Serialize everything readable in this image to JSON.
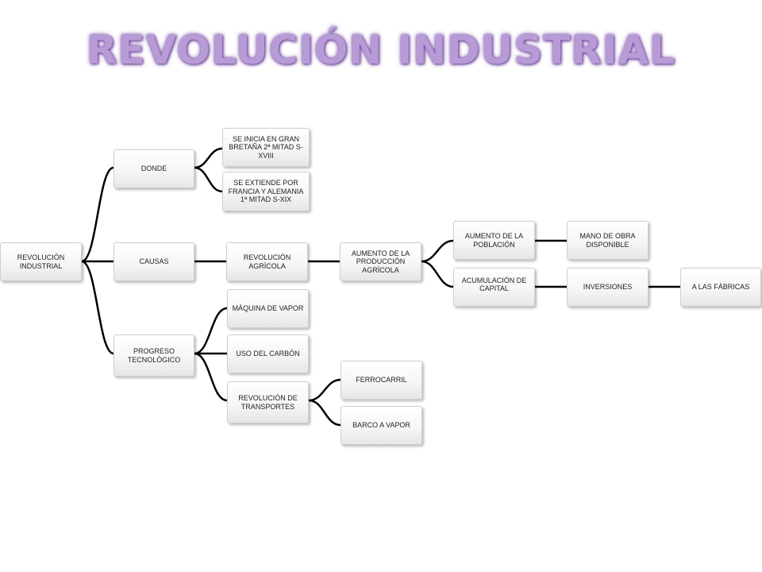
{
  "title": "REVOLUCIÓN INDUSTRIAL",
  "nodes": {
    "root": "REVOLUCIÓN INDUSTRIAL",
    "donde": "DONDE",
    "causas": "CAUSAS",
    "progreso": "PROGRESO TECNOLÓGICO",
    "gran_bretana": "SE INICIA EN GRAN BRETAÑA 2ª MITAD S-XVIII",
    "francia": "SE EXTIENDE POR FRANCIA Y ALEMANIA 1ª MITAD S-XIX",
    "rev_agricola": "REVOLUCIÓN AGRÍCOLA",
    "aumento_produccion": "AUMENTO DE LA PRODUCCIÓN AGRÍCOLA",
    "aumento_poblacion": "AUMENTO DE LA POBLACIÓN",
    "acumulacion_capital": "ACUMULACIÓN DE CAPITAL",
    "mano_obra": "MANO DE OBRA DISPONIBLE",
    "inversiones": "INVERSIONES",
    "fabricas": "A LAS FÁBRICAS",
    "maquina_vapor": "MÁQUINA DE VAPOR",
    "carbon": "USO DEL CARBÓN",
    "transportes": "REVOLUCIÓN DE TRANSPORTES",
    "ferrocarril": "FERROCARRIL",
    "barco_vapor": "BARCO A VAPOR"
  },
  "colors": {
    "title": "#b79bd6",
    "title_glow": "#7a4fa8",
    "connector": "#000000",
    "node_border": "#cfcfcf"
  }
}
